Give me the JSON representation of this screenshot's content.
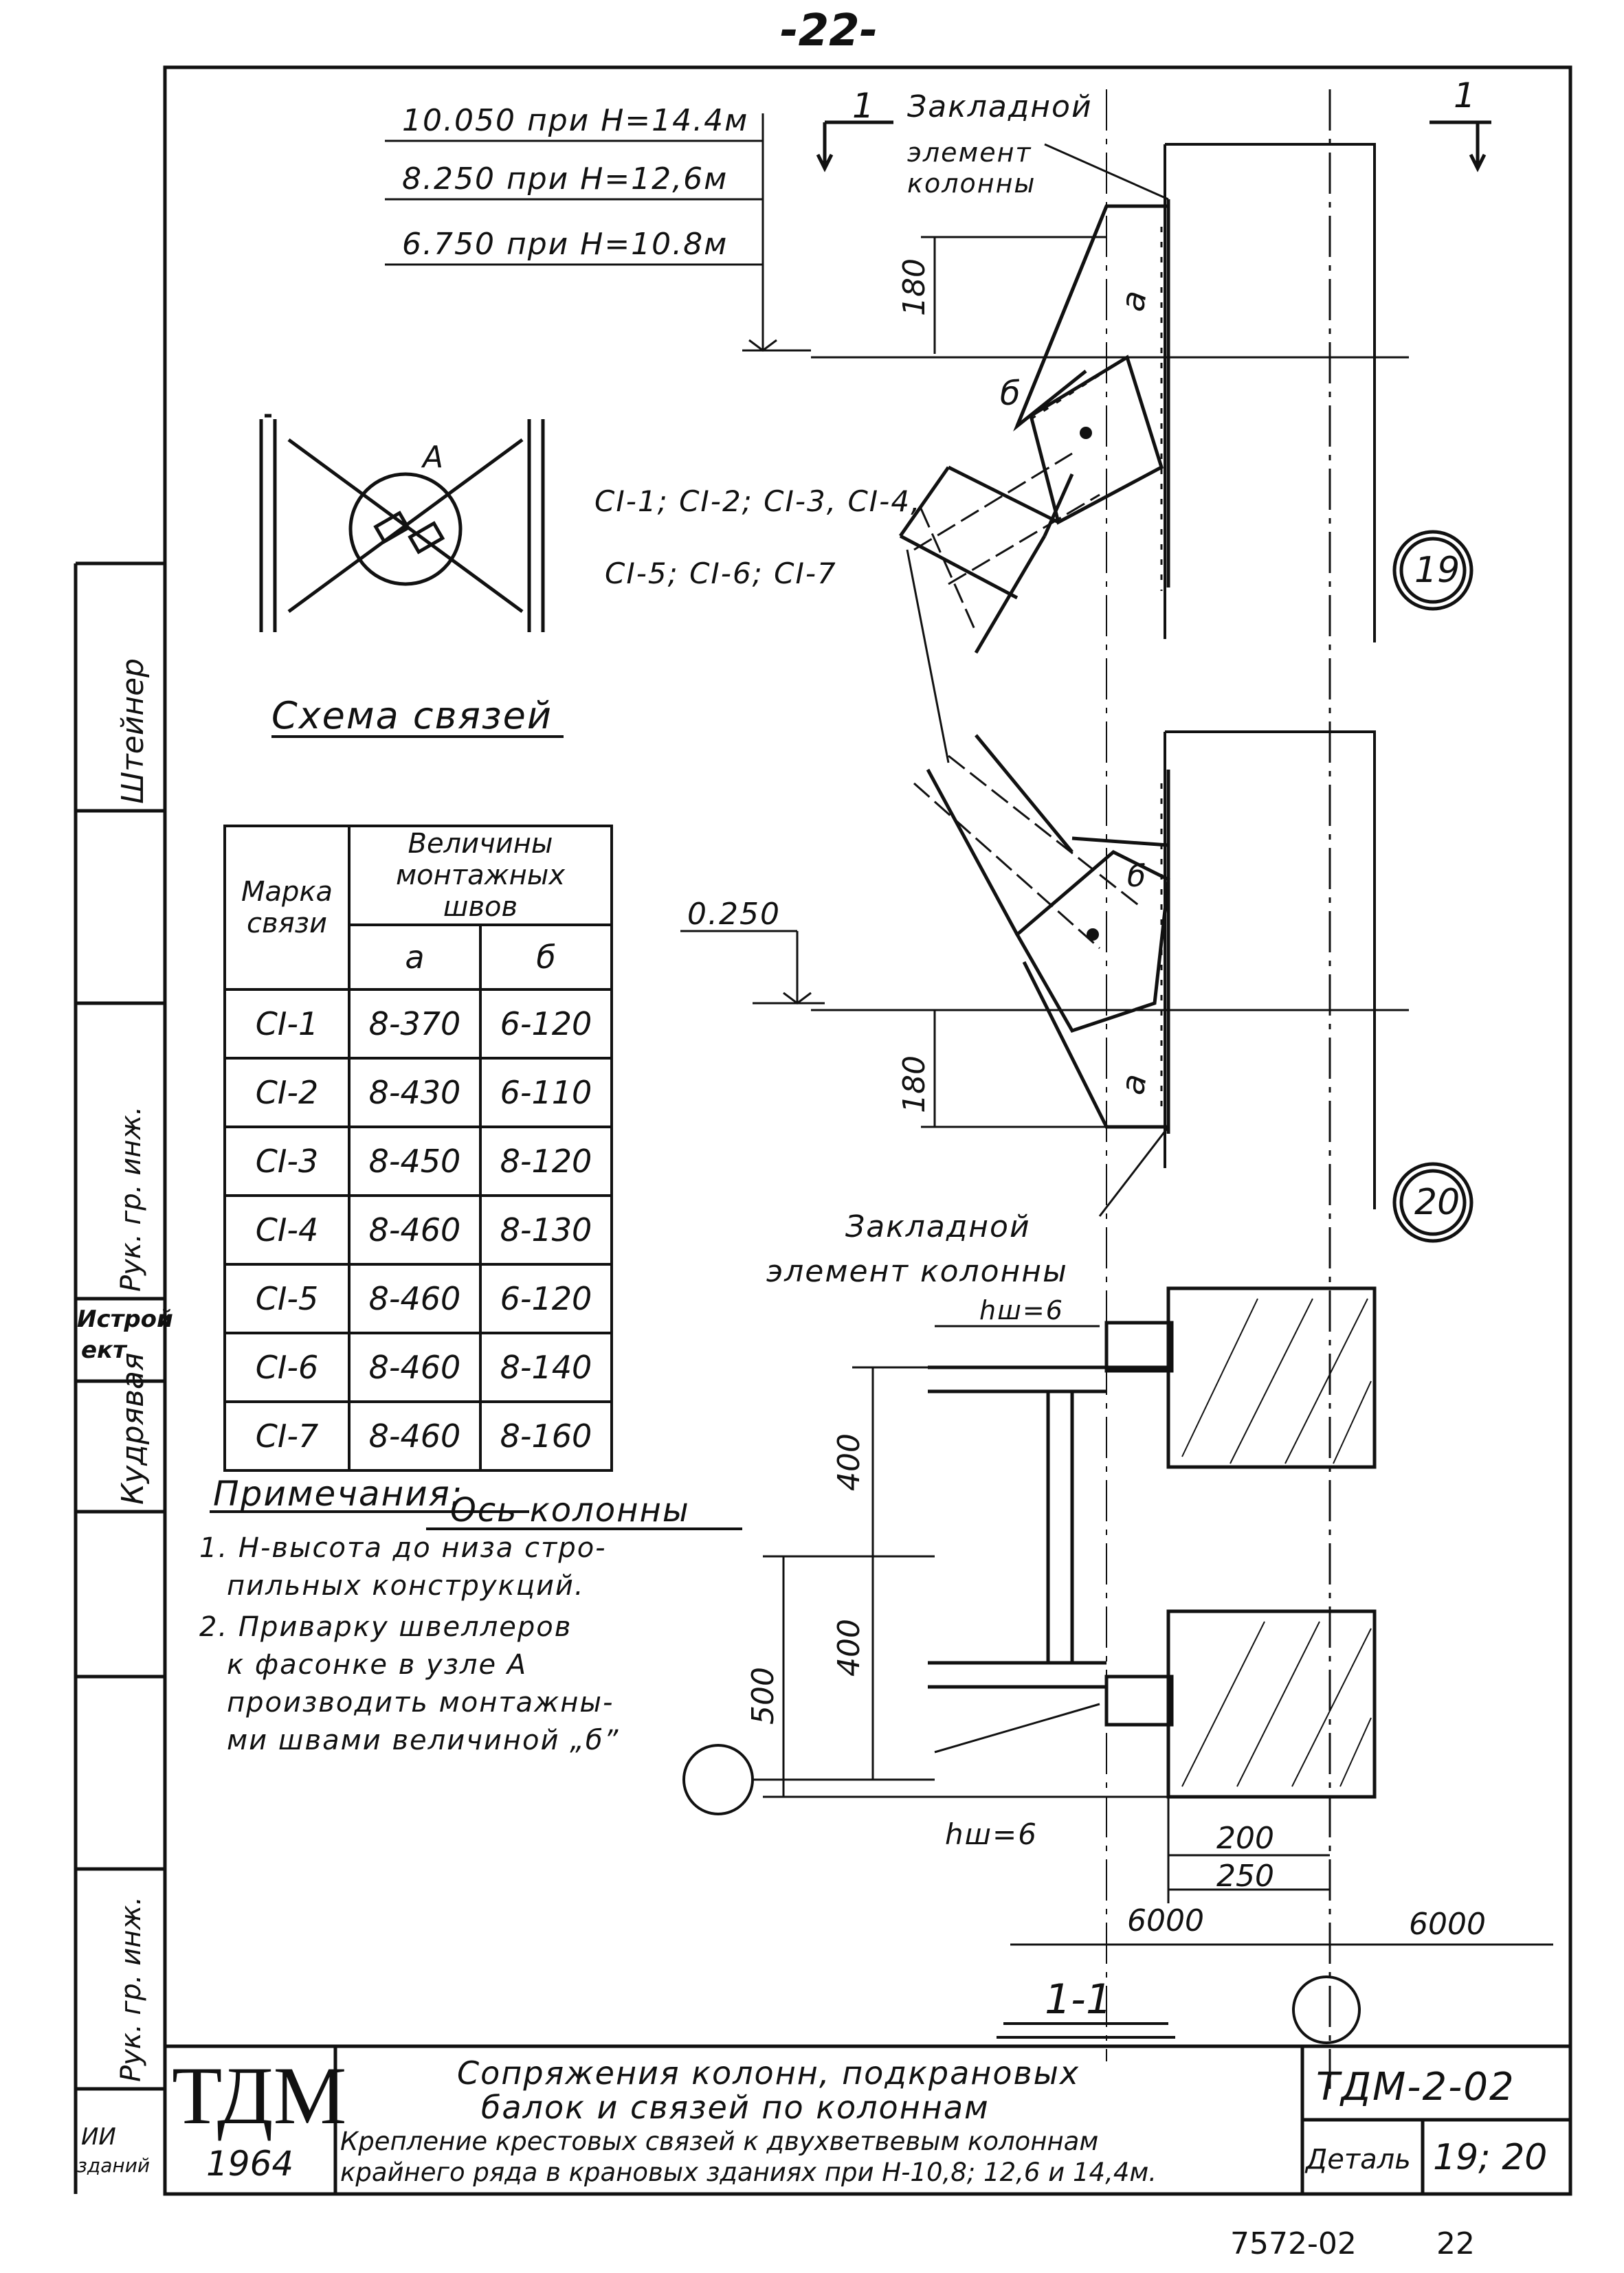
{
  "page_number": "-22-",
  "footer_code": "7572-02",
  "footer_page": "22",
  "elevations": [
    "10.050 при H=14.4м",
    "8.250 при H=12,6м",
    "6.750 при H=10.8м"
  ],
  "elevation_low": "0.250",
  "section_mark": "1",
  "labels": {
    "embedded_top_1": "Закладной",
    "embedded_top_2": "элемент",
    "embedded_top_3": "колонны",
    "embedded_bottom_1": "Закладной",
    "embedded_bottom_2": "элемент колонны",
    "bracing_marks_1": "СI-1; СI-2; СI-3, СI-4,",
    "bracing_marks_2": "СI-5; СI-6; СI-7",
    "node_a": "А",
    "schema_title": "Схема связей",
    "column_axis": "Ось колонны",
    "section_title": "1-1",
    "weld_a": "а",
    "weld_b": "б",
    "hw_top": "hш=6",
    "hw_bottom": "hш=6"
  },
  "dimensions": {
    "d180_top": "180",
    "d180_bottom": "180",
    "d400_top": "400",
    "d400_bottom": "400",
    "d500": "500",
    "d200": "200",
    "d250": "250",
    "d6000_left": "6000",
    "d6000_right": "6000"
  },
  "details": {
    "top": "19",
    "bottom": "20"
  },
  "table": {
    "col_mark": "Марка связи",
    "col_values": "Величины монтажных швов",
    "sub_a": "а",
    "sub_b": "б",
    "rows": [
      {
        "mark": "СI-1",
        "a": "8-370",
        "b": "6-120"
      },
      {
        "mark": "СI-2",
        "a": "8-430",
        "b": "6-110"
      },
      {
        "mark": "СI-3",
        "a": "8-450",
        "b": "8-120"
      },
      {
        "mark": "СI-4",
        "a": "8-460",
        "b": "8-130"
      },
      {
        "mark": "СI-5",
        "a": "8-460",
        "b": "6-120"
      },
      {
        "mark": "СI-6",
        "a": "8-460",
        "b": "8-140"
      },
      {
        "mark": "СI-7",
        "a": "8-460",
        "b": "8-160"
      }
    ]
  },
  "notes": {
    "title": "Примечания:",
    "lines": [
      "1. H-высота до низа стро-",
      "пильных конструкций.",
      "2. Приварку швеллеров",
      "к фасонке в узле А",
      "производить монтажны-",
      "ми швами величиной „б”"
    ]
  },
  "side_strip": [
    "Штейнер",
    "Рук. гр. инж.",
    "Кудрявая",
    "Рук. гр. инж."
  ],
  "side_strip_small": [
    "Истрой",
    "ект",
    "ИИ",
    "зданий"
  ],
  "title_block": {
    "logo": "ТДМ",
    "year": "1964",
    "title_1": "Сопряжения колонн, подкрановых",
    "title_2": "балок и связей по колоннам",
    "subtitle_1": "Крепление крестовых связей к двухветвевым колоннам",
    "subtitle_2": "крайнего ряда в крановых зданиях при H-10,8; 12,6 и 14,4м.",
    "code": "ТДМ-2-02",
    "detail_label": "Деталь",
    "detail_value": "19; 20"
  }
}
